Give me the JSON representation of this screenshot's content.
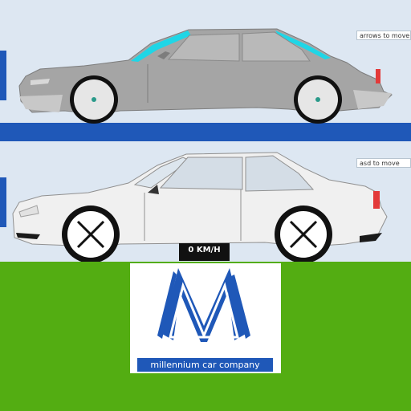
{
  "game": {
    "lanes": [
      {
        "hint": "arrows to move"
      },
      {
        "hint": "asd to move"
      }
    ],
    "speedometer": "0 KM/H",
    "logo": {
      "company_name": "millennium  car company",
      "mark": "M"
    },
    "cars": [
      {
        "body_color": "#a5a5a5",
        "window_color": "#1fd6e6"
      },
      {
        "body_color": "#f0f0f0",
        "window_color": "#dde6ee"
      }
    ],
    "colors": {
      "sky": "#dde7f2",
      "lane_stripe": "#1f58b8",
      "ground": "#53ad12",
      "tail_light": "#e33a3a"
    }
  }
}
